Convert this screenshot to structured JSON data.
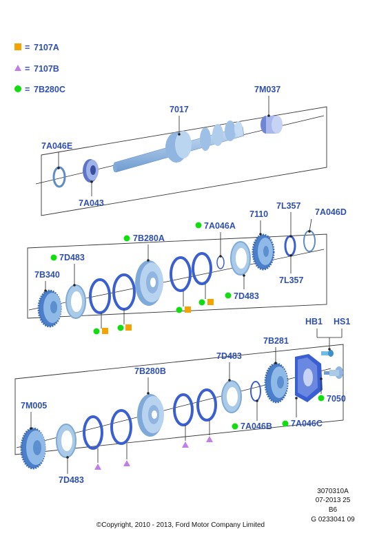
{
  "legend": [
    {
      "marker": "orange-square",
      "eq": "=",
      "code": "7107A"
    },
    {
      "marker": "purple-triangle",
      "eq": "=",
      "code": "7107B"
    },
    {
      "marker": "green-circle",
      "eq": "=",
      "code": "7B280C"
    }
  ],
  "colors": {
    "callout": "#2e4fb0",
    "orange": "#f5a300",
    "purple": "#c07ee6",
    "green": "#11dd11",
    "part_light": "#a9cbe8",
    "part_dark": "#5d8cc6",
    "part_blue": "#3a5fd0"
  },
  "callouts": {
    "c7m037": "7M037",
    "c7017": "7017",
    "c7a046e": "7A046E",
    "c7a043": "7A043",
    "c7110": "7110",
    "c7l357a": "7L357",
    "c7a046d": "7A046D",
    "c7a046a": "7A046A",
    "c7b280a": "7B280A",
    "c7d483a": "7D483",
    "c7b340": "7B340",
    "c7d483b": "7D483",
    "c7l357b": "7L357",
    "hb1": "HB1",
    "hs1": "HS1",
    "c7b281": "7B281",
    "c7d483c": "7D483",
    "c7b280b": "7B280B",
    "c7m005": "7M005",
    "c7050": "7050",
    "c7a046b": "7A046B",
    "c7a046c": "7A046C",
    "c7d483d": "7D483"
  },
  "footer": {
    "ref1": "3070310A",
    "ref2": "07-2013 25",
    "ref3": "B6",
    "ref4": "G 0233041 09",
    "copyright": "©Copyright, 2010 - 2013, Ford Motor Company Limited"
  }
}
